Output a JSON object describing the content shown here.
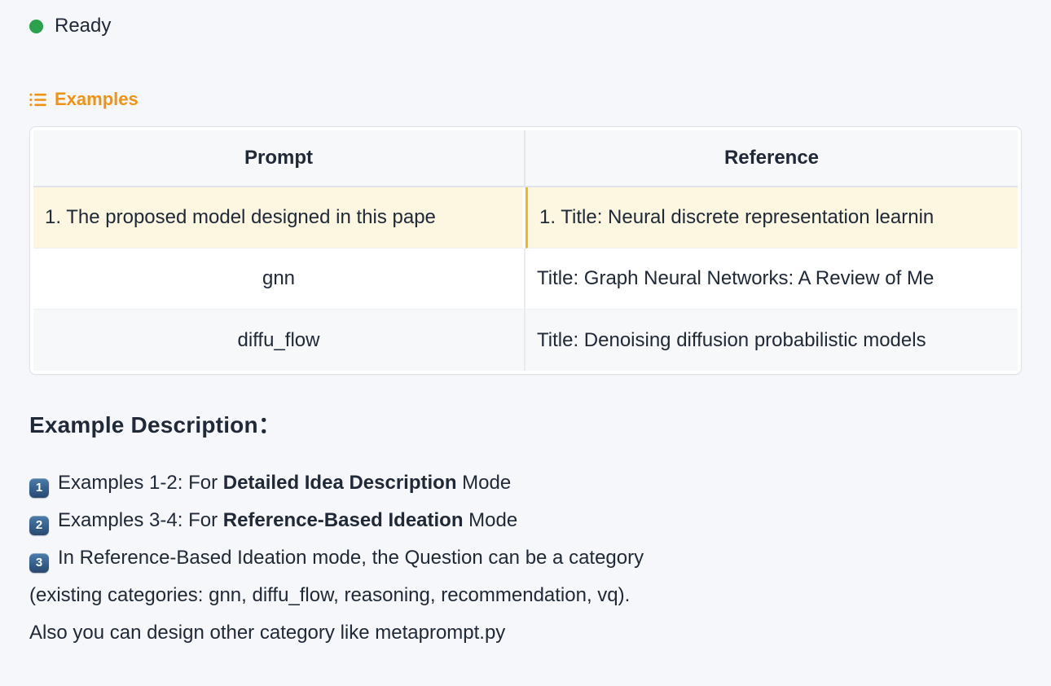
{
  "status": {
    "text": "Ready"
  },
  "examples": {
    "label": "Examples",
    "columns": [
      "Prompt",
      "Reference"
    ],
    "rows": [
      {
        "prompt": "1. The proposed model designed in this pape",
        "reference": "1. Title: Neural discrete representation learnin",
        "highlighted": true
      },
      {
        "prompt": "gnn",
        "reference": "Title: Graph Neural Networks: A Review of Me",
        "highlighted": false
      },
      {
        "prompt": "diffu_flow",
        "reference": "Title: Denoising diffusion probabilistic models",
        "highlighted": false
      }
    ]
  },
  "description": {
    "heading": "Example Description：",
    "lines": [
      {
        "keycap": "1",
        "segments": [
          {
            "text": "Examples 1-2: For ",
            "bold": false
          },
          {
            "text": "Detailed Idea Description",
            "bold": true
          },
          {
            "text": " Mode",
            "bold": false
          }
        ]
      },
      {
        "keycap": "2",
        "segments": [
          {
            "text": "Examples 3-4: For ",
            "bold": false
          },
          {
            "text": "Reference-Based Ideation",
            "bold": true
          },
          {
            "text": " Mode",
            "bold": false
          }
        ]
      },
      {
        "keycap": "3",
        "segments": [
          {
            "text": "In Reference-Based Ideation mode, the Question can be a category",
            "bold": false
          }
        ]
      },
      {
        "keycap": null,
        "segments": [
          {
            "text": "(existing categories: gnn, diffu_flow, reasoning, recommendation, vq).",
            "bold": false
          }
        ]
      },
      {
        "keycap": null,
        "segments": [
          {
            "text": "Also you can design other category like metaprompt.py",
            "bold": false
          }
        ]
      }
    ]
  },
  "icons": {
    "status_dot": "green-circle",
    "examples_icon": "bulleted-list"
  },
  "colors": {
    "accent-orange": "#f29213",
    "highlight-border": "#f3b71e",
    "highlight-bg": "#fdf6e0",
    "status-green": "#2aa24c",
    "text-dark": "#202938"
  }
}
